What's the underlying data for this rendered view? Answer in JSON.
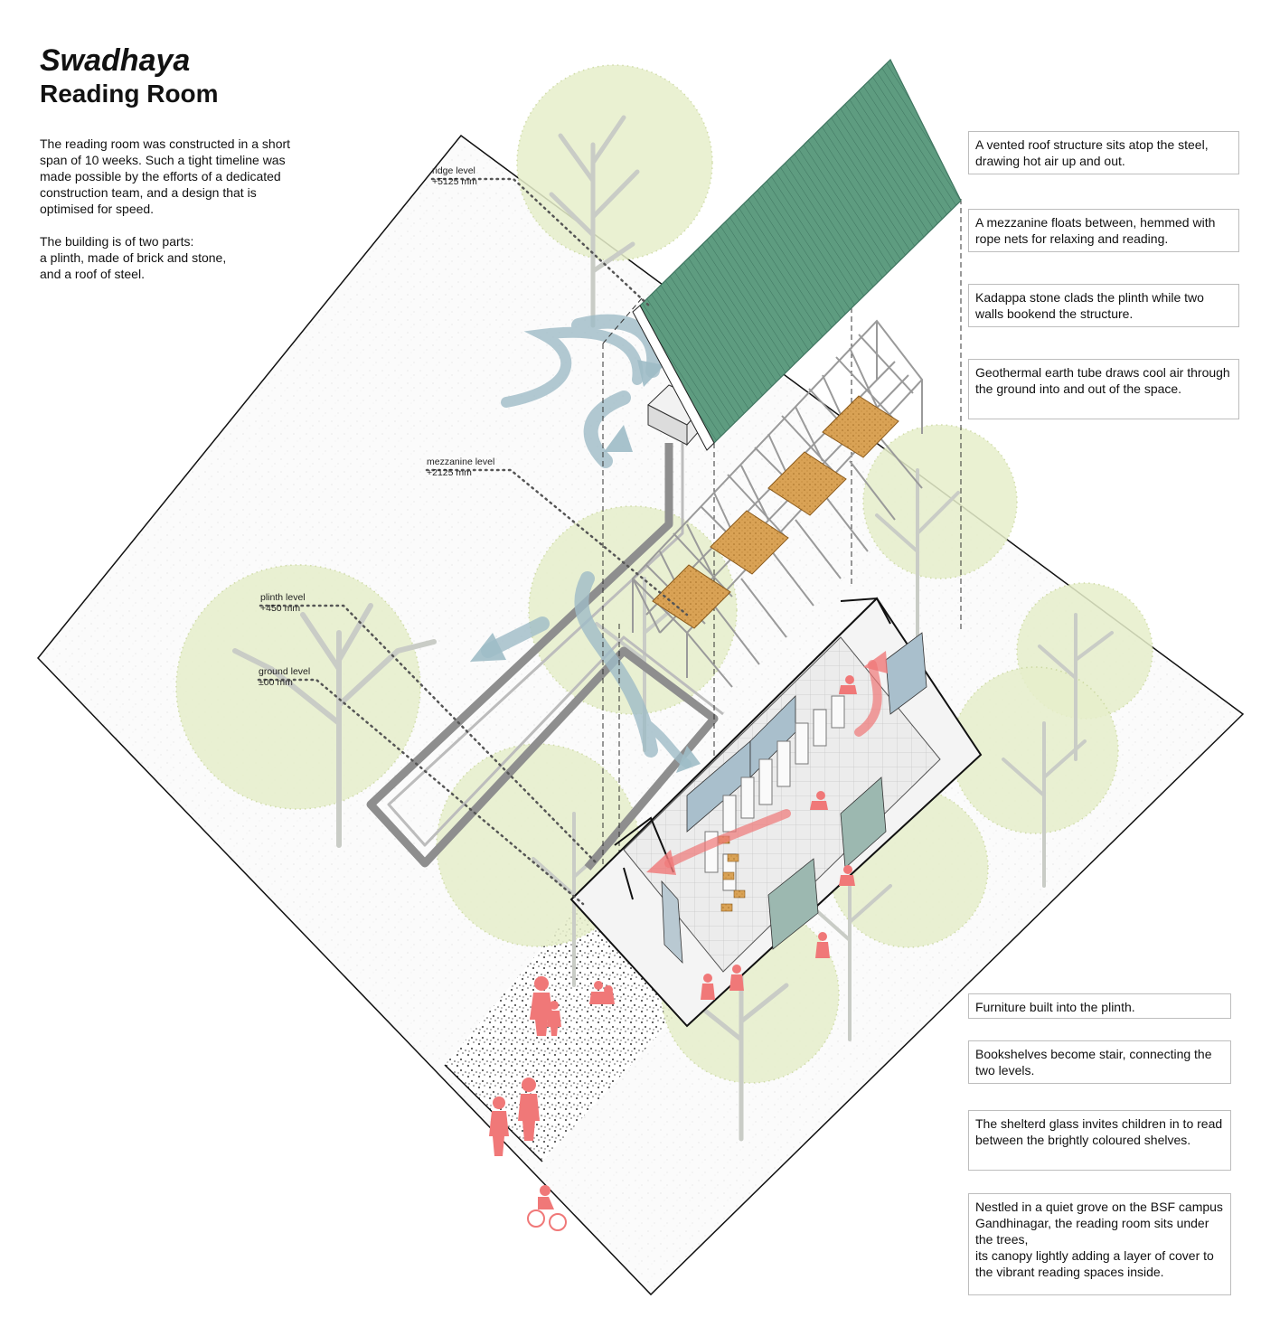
{
  "title": {
    "line1": "Swadhaya",
    "line2": "Reading Room"
  },
  "intro": {
    "paragraph1": "The reading room was constructed in a short span of 10 weeks. Such a tight timeline was made possible by the efforts of a dedicated construction team, and a design that is optimised for speed.",
    "paragraph2": "The building is of two parts:\na plinth, made of brick and stone,\nand a roof of steel."
  },
  "levels": {
    "ridge": {
      "label": "ridge level",
      "value": "+5125 mm"
    },
    "mezzanine": {
      "label": "mezzanine level",
      "value": "+2125 mm"
    },
    "plinth": {
      "label": "plinth level",
      "value": "+450 mm"
    },
    "ground": {
      "label": "ground level",
      "value": "±00 mm"
    }
  },
  "notes": [
    "A vented roof structure  sits atop the steel, drawing hot air up and out.",
    "A mezzanine floats between, hemmed with rope nets for relaxing and reading.",
    "Kadappa stone clads the plinth while two walls bookend the structure.",
    "Geothermal earth tube draws cool air through the ground into and out of the space.",
    "Furniture built into the plinth.",
    "Bookshelves become stair, connecting the two levels.",
    "The shelterd glass invites children in to read between the brightly coloured shelves.",
    "Nestled in a quiet grove on the BSF campus Gandhinagar, the reading room sits under the trees,\nits canopy lightly adding a layer of cover to the vibrant reading spaces inside."
  ],
  "colors": {
    "roof": "#5e9c80",
    "roof_stroke": "#3f7560",
    "canopy": "#e7efcb",
    "tree": "#c9ccc6",
    "airflow": "#9fbcc7",
    "people": "#f07878",
    "mezzanine_deck": "#d9a255",
    "glass": "#a9bfcc"
  }
}
